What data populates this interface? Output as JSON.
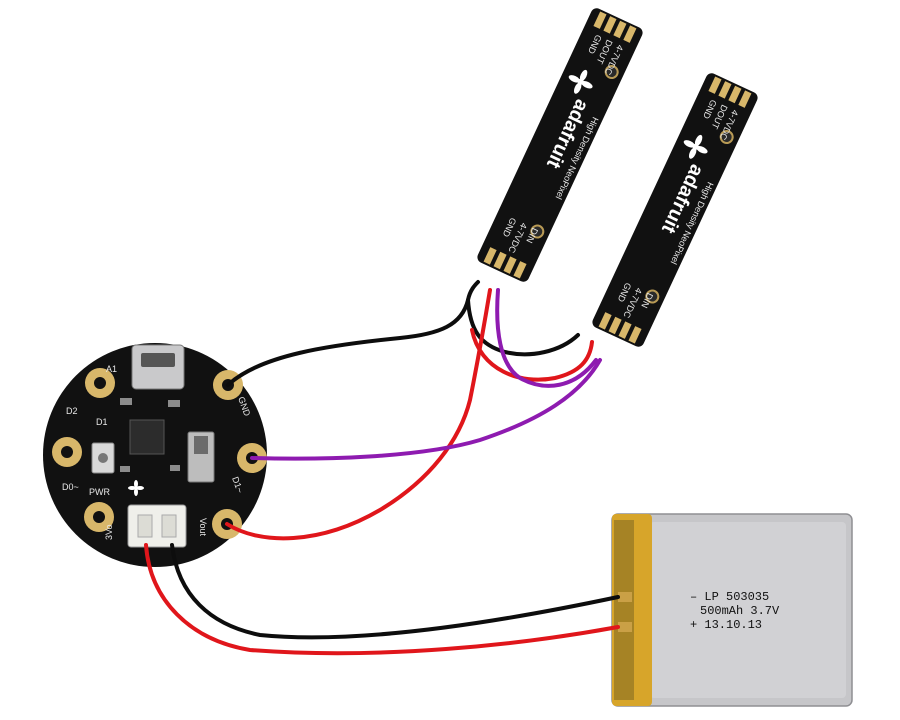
{
  "colors": {
    "pcb": "#111111",
    "pad": "#d8b76a",
    "wire_red": "#e0161b",
    "wire_black": "#0d0d0d",
    "wire_purple": "#8e1bb0",
    "battery_body": "#bfbfc2",
    "battery_tape": "#d7a52a"
  },
  "controller": {
    "pad_labels": {
      "a1": "A1",
      "d2": "D2",
      "d0": "D0~",
      "gnd": "GND",
      "d1": "D1~",
      "v3": "3Vo",
      "vout": "Vout"
    },
    "button_label": "PWR",
    "led_label": "D1"
  },
  "strips": [
    {
      "brand": "adafruit",
      "title": "High Density NeoPixel",
      "top_pins": [
        "GND",
        "DOUT",
        "4-7VDC"
      ],
      "bottom_pins": [
        "GND",
        "4-7VDC",
        "DIN"
      ]
    },
    {
      "brand": "adafruit",
      "title": "High Density NeoPixel",
      "top_pins": [
        "GND",
        "DOUT",
        "4-7VDC"
      ],
      "bottom_pins": [
        "GND",
        "4-7VDC",
        "DIN"
      ]
    }
  ],
  "battery": {
    "line1": "– LP 503035",
    "line2": "500mAh 3.7V",
    "line3": "+ 13.10.13"
  }
}
